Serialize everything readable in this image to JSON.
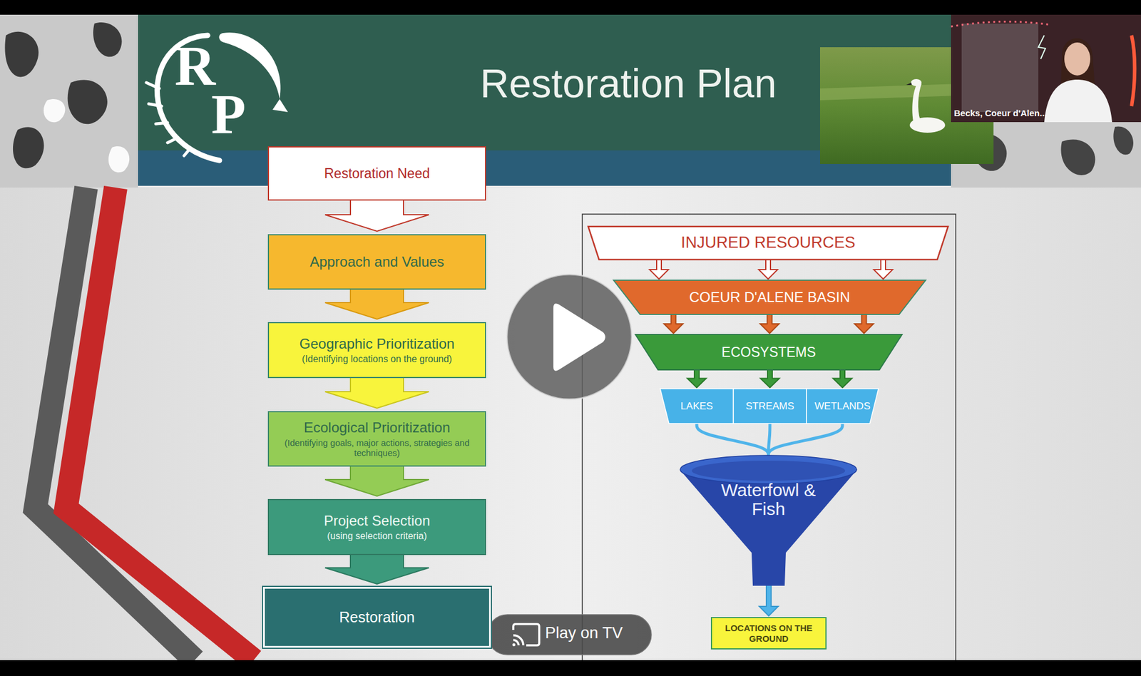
{
  "diagram": {
    "title": "Restoration Plan",
    "nodes": [
      {
        "text": [
          "Restoration Need"
        ]
      },
      {
        "text": [
          "Approach and Values"
        ]
      },
      {
        "text": [
          "Geographic Prioritization",
          "(Identifying locations on the ground)"
        ]
      },
      {
        "text": [
          "Ecological Prioritization",
          "(Identifying goals, major actions, strategies and techniques)"
        ]
      },
      {
        "text": [
          "Project Selection",
          "(using selection criteria)"
        ]
      },
      {
        "text": [
          "Restoration"
        ]
      },
      {
        "text": [
          "INJURED RESOURCES"
        ]
      },
      {
        "text": [
          "COEUR D'ALENE BASIN"
        ]
      },
      {
        "text": [
          "ECOSYSTEMS"
        ]
      },
      {
        "text": [
          "LAKES"
        ]
      },
      {
        "text": [
          "STREAMS"
        ]
      },
      {
        "text": [
          "WETLANDS"
        ]
      },
      {
        "text": [
          "Waterfowl & Fish"
        ]
      },
      {
        "text": [
          "LOCATIONS ON THE GROUND"
        ]
      }
    ],
    "edges": [
      {
        "from": 0,
        "to": 1,
        "arrow": "to"
      },
      {
        "from": 1,
        "to": 2,
        "arrow": "to"
      },
      {
        "from": 2,
        "to": 3,
        "arrow": "to"
      },
      {
        "from": 3,
        "to": 4,
        "arrow": "to"
      },
      {
        "from": 4,
        "to": 5,
        "arrow": "to"
      },
      {
        "from": 6,
        "to": 7,
        "arrow": "to"
      },
      {
        "from": 6,
        "to": 7,
        "arrow": "to"
      },
      {
        "from": 6,
        "to": 7,
        "arrow": "to"
      },
      {
        "from": 7,
        "to": 8,
        "arrow": "to"
      },
      {
        "from": 7,
        "to": 8,
        "arrow": "to"
      },
      {
        "from": 7,
        "to": 8,
        "arrow": "to"
      },
      {
        "from": 8,
        "to": 9,
        "arrow": "to"
      },
      {
        "from": 8,
        "to": 10,
        "arrow": "to"
      },
      {
        "from": 8,
        "to": 11,
        "arrow": "to"
      },
      {
        "from": 9,
        "to": 12,
        "arrow": "none"
      },
      {
        "from": 10,
        "to": 12,
        "arrow": "none"
      },
      {
        "from": 11,
        "to": 12,
        "arrow": "none"
      },
      {
        "from": 12,
        "to": 13,
        "arrow": "to"
      }
    ],
    "labels": [
      "R",
      "P",
      "Becks, Coeur d'Alen...",
      "Play on TV"
    ]
  }
}
